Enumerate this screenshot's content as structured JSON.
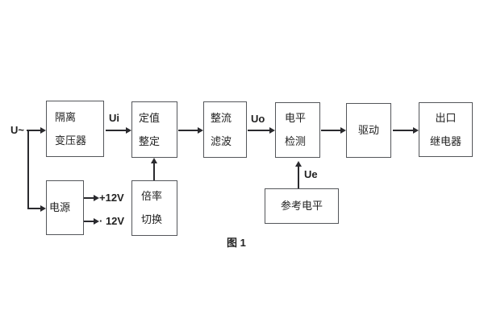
{
  "diagram": {
    "caption": "图 1",
    "colors": {
      "background": "#ffffff",
      "block_border": "#54565a",
      "connector": "#2a2a2e",
      "text": "#222222"
    },
    "blocks": {
      "isolation_transformer": {
        "line1": "隔离",
        "line2": "变压器"
      },
      "value_setting": {
        "line1": "定值",
        "line2": "整定"
      },
      "rectifier_filter": {
        "line1": "整流",
        "line2": "滤波"
      },
      "level_detection": {
        "line1": "电平",
        "line2": "检测"
      },
      "driver": {
        "label": "驱动"
      },
      "output_relay": {
        "line1": "出口",
        "line2": "继电器"
      },
      "power_supply": {
        "label": "电源"
      },
      "ratio_switch": {
        "line1": "倍率",
        "line2": "切换"
      },
      "reference_level": {
        "label": "参考电平"
      }
    },
    "signals": {
      "input": "U~",
      "ui": "Ui",
      "uo": "Uo",
      "ue": "Ue",
      "plus_12v": "+12V",
      "minus_12v": "· 12V"
    }
  }
}
